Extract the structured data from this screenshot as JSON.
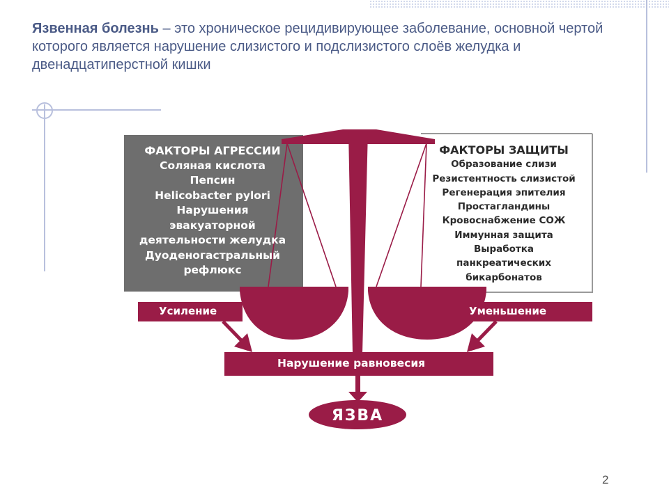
{
  "heading": {
    "bold": "Язвенная болезнь",
    "rest": " – это хроническое рецидивирующее заболевание, основной чертой которого является нарушение слизистого и подслизистого слоёв желудка и двенадцатиперстной кишки"
  },
  "aggression": {
    "title": "ФАКТОРЫ АГРЕССИИ",
    "items": [
      "Соляная кислота",
      "Пепсин",
      "Helicobacter pylori",
      "Нарушения",
      "эвакуаторной",
      "деятельности желудка",
      "Дуоденогастральный",
      "рефлюкс"
    ]
  },
  "protection": {
    "title": "ФАКТОРЫ ЗАЩИТЫ",
    "items": [
      "Образование слизи",
      "Резистентность слизистой",
      "Регенерация эпителия",
      "Простагландины",
      "Кровоснабжение СОЖ",
      "Иммунная защита",
      "Выработка",
      "панкреатических",
      "бикарбонатов"
    ]
  },
  "bars": {
    "increase": "Усиление",
    "decrease": "Уменьшение",
    "imbalance": "Нарушение равновесия",
    "ulcer": "ЯЗВА"
  },
  "page_number": "2",
  "colors": {
    "maroon": "#9a1c47",
    "grey_panel": "#6e6e6e",
    "heading": "#4a5a86",
    "rule": "#b8c0dd"
  }
}
